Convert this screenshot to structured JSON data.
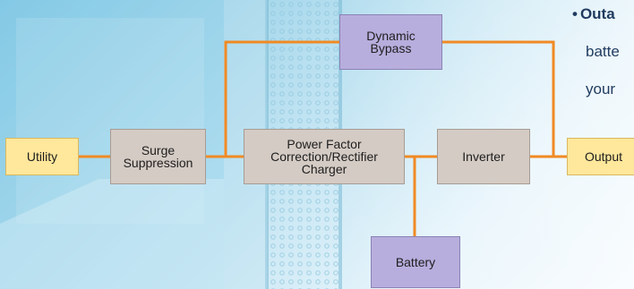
{
  "nodes": {
    "utility": "Utility",
    "surge_line1": "Surge",
    "surge_line2": "Suppression",
    "pfc_line1": "Power Factor",
    "pfc_line2": "Correction/Rectifier",
    "pfc_line3": "Charger",
    "inverter": "Inverter",
    "output": "Output",
    "bypass_line1": "Dynamic",
    "bypass_line2": "Bypass",
    "battery": "Battery"
  },
  "side_text": {
    "bullet": "•",
    "line1": "Outa",
    "line2": "batte",
    "line3": "your"
  },
  "colors": {
    "connector": "#f08a24",
    "input_output_fill": "#ffe79b",
    "process_fill": "#d4cbc4",
    "bypass_battery_fill": "#b7aedd",
    "text_accent": "#1f3a5f"
  }
}
